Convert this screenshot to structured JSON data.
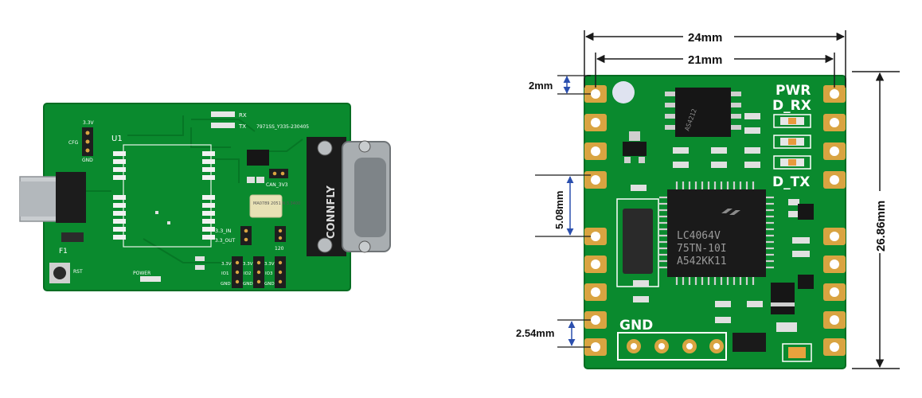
{
  "colors": {
    "pcb_green": "#0a8a2e",
    "pcb_dark": "#06701f",
    "pad_gold": "#d9a441",
    "dimension_line": "#1a1a1a",
    "small_dim_line": "#2b4fae"
  },
  "left_board": {
    "labels": {
      "rx": "RX",
      "tx": "TX",
      "part_number": "7971SS_Y335-230405",
      "v33": "3.3V",
      "cfg": "CFG",
      "gnd": "GND",
      "u1": "U1",
      "can_3v3": "CAN_3V3",
      "in33": "3.3_IN",
      "out33": "3.3_OUT",
      "r120": "120",
      "f1": "F1",
      "rst": "RST",
      "power": "POWER",
      "io1": "IO1",
      "io2": "IO2",
      "io3": "IO3",
      "connector_brand": "CONNFLY",
      "crystal": "MA0789 2051 N 3.3400"
    }
  },
  "right_board": {
    "labels": {
      "pwr": "PWR",
      "d_rx": "D_RX",
      "d_tx": "D_TX",
      "gnd": "GND",
      "chip_line1": "LC4064V",
      "chip_line2": "75TN-10I",
      "chip_line3": "A542KK11",
      "small_chip": "AS4212"
    },
    "dimensions": {
      "width_outer": "24mm",
      "width_inner": "21mm",
      "height": "26.86mm",
      "edge_offset": "2mm",
      "pin_gap": "5.08mm",
      "pin_pitch": "2.54mm"
    }
  }
}
